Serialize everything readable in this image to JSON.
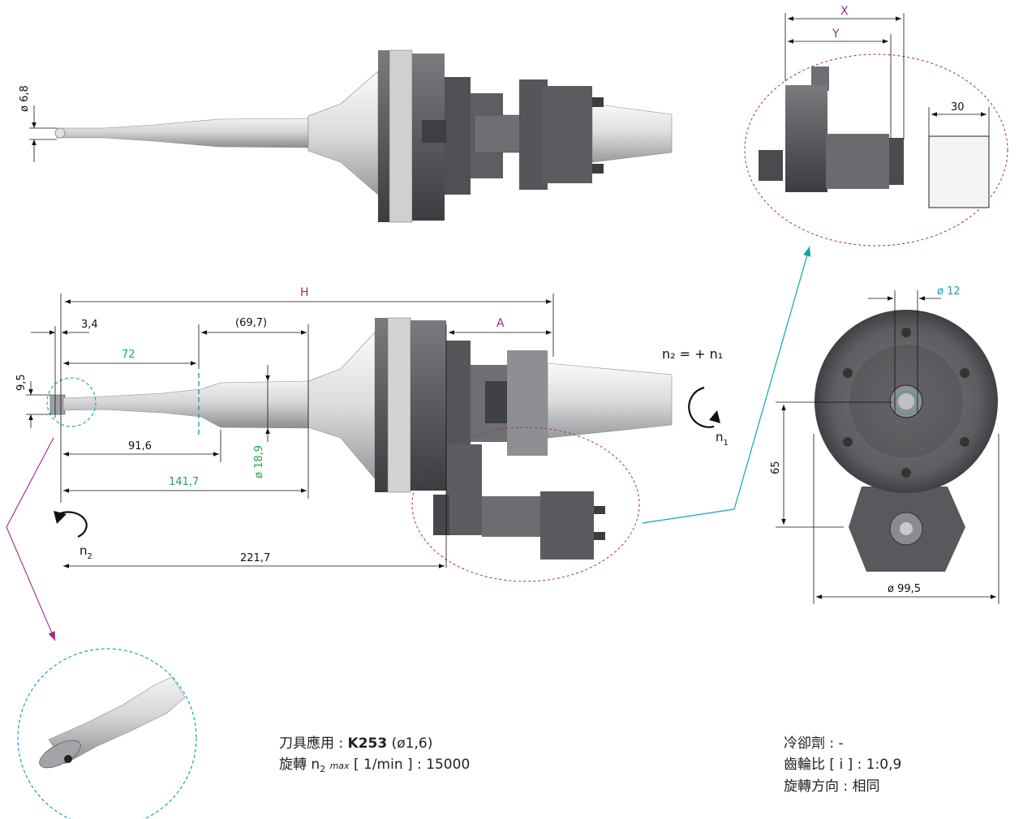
{
  "colors": {
    "dim": "#111111",
    "magenta": "#9b2a86",
    "cyan": "#14a3ad",
    "green": "#21a64b",
    "metal_dark": "#4a4b4e",
    "metal_mid": "#6d6e71",
    "metal_light": "#d7d7d9"
  },
  "top_view": {
    "dims": {
      "tip_diameter": "ø 6,8"
    }
  },
  "side_view": {
    "dims": {
      "H": "H",
      "A": "A",
      "d34": "3,4",
      "d697": "(69,7)",
      "d72": "72",
      "d95": "9,5",
      "d916": "91,6",
      "d189": "ø 18,9",
      "d1417": "141,7",
      "d2217": "221,7"
    },
    "rotation": {
      "n1": "n",
      "n1_sub": "1",
      "n2": "n",
      "n2_sub": "2",
      "equation": "n₂ = + n₁"
    }
  },
  "right_top_view": {
    "dims": {
      "X": "X",
      "Y": "Y",
      "d30": "30"
    }
  },
  "end_view": {
    "dims": {
      "d12": "ø 12",
      "d65": "65",
      "d995": "ø 99,5"
    }
  },
  "specs_left": {
    "tool_label": "刀具應用 : ",
    "tool_code": "K253",
    "tool_note": " (ø1,6)",
    "speed_label": "旋轉 n",
    "speed_sub": "2",
    "speed_max": "max",
    "speed_rest": " [ 1/min ] : 15000"
  },
  "specs_right": {
    "coolant": "冷卻劑 : -",
    "gear_ratio": "齒輪比 [ i ] : 1:0,9",
    "direction": "旋轉方向 : 相同"
  }
}
